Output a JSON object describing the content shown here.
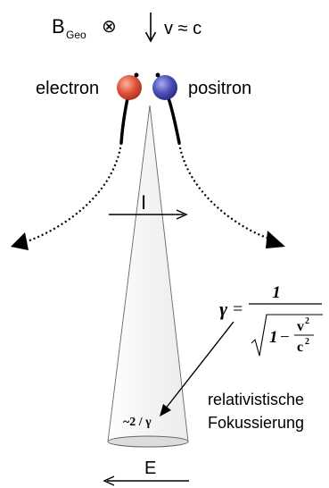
{
  "top": {
    "field_symbol": "B",
    "field_subscript": "Geo",
    "field_direction_symbol": "⊗",
    "velocity_text": "v ≈ c"
  },
  "particles": {
    "left_label": "electron",
    "right_label": "positron",
    "left_color": "#e0523a",
    "right_color": "#4a4fb8"
  },
  "current": {
    "label": "I"
  },
  "cone": {
    "angle_label": "~2 / γ"
  },
  "formula": {
    "lhs": "γ",
    "equals": "=",
    "numerator": "1",
    "radical_one": "1",
    "radical_minus": "−",
    "v_sq": "v",
    "c_sq": "c",
    "exponent": "2"
  },
  "focusing_caption": {
    "line1": "relativistische",
    "line2": "Fokussierung"
  },
  "field": {
    "label": "E"
  },
  "colors": {
    "cone_fill": "#f2f2f2",
    "cone_edge": "#555555",
    "ink": "#000000"
  }
}
